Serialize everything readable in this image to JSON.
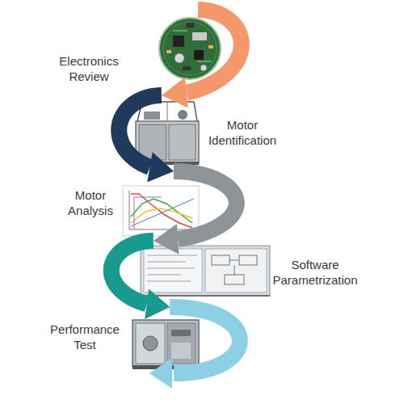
{
  "diagram": {
    "nodes": [
      {
        "text": [
          "Electronics Review"
        ]
      },
      {
        "text": [
          "Motor Identification"
        ]
      },
      {
        "text": [
          "Motor Analysis"
        ]
      },
      {
        "text": [
          "Software Parametrization"
        ]
      },
      {
        "text": [
          "Performance Test"
        ]
      }
    ],
    "edges": [
      {
        "from": 0,
        "to": 1,
        "arrow": "to"
      },
      {
        "from": 1,
        "to": 2,
        "arrow": "to"
      },
      {
        "from": 2,
        "to": 3,
        "arrow": "to"
      },
      {
        "from": 3,
        "to": 4,
        "arrow": "to"
      }
    ]
  }
}
